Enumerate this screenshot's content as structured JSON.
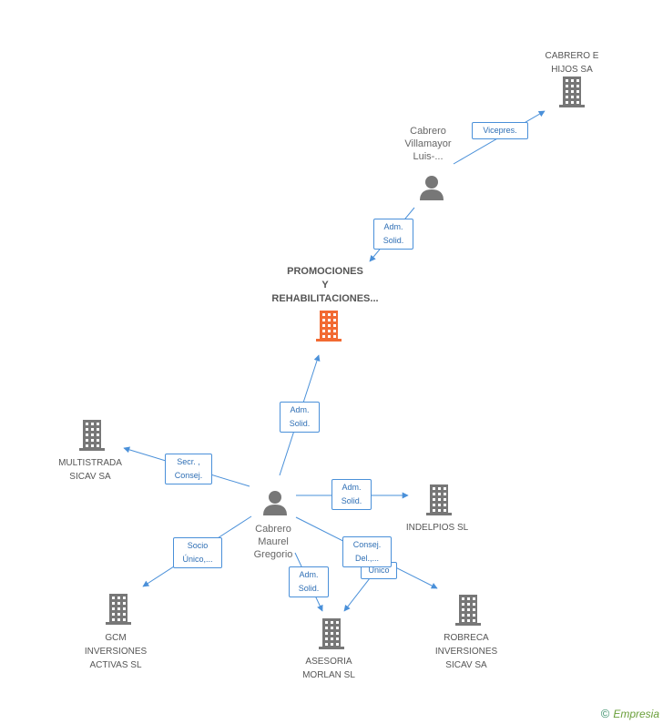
{
  "colors": {
    "edge": "#4a90d9",
    "building": "#777777",
    "main_building": "#f26a32",
    "person": "#777777"
  },
  "nodes": [
    {
      "id": "cabrero_hijos",
      "label": "CABRERO E\nHIJOS SA",
      "type": "company"
    },
    {
      "id": "luis",
      "label": "Cabrero\nVillamayor\nLuis-...",
      "type": "person"
    },
    {
      "id": "promociones",
      "label": "PROMOCIONES\nY\nREHABILITACIONES...",
      "type": "company",
      "main": true
    },
    {
      "id": "multistrada",
      "label": "MULTISTRADA\nSICAV SA",
      "type": "company"
    },
    {
      "id": "gregorio",
      "label": "Cabrero\nMaurel\nGregorio",
      "type": "person"
    },
    {
      "id": "indelpios",
      "label": "INDELPIOS SL",
      "type": "company"
    },
    {
      "id": "gcm",
      "label": "GCM\nINVERSIONES\nACTIVAS SL",
      "type": "company"
    },
    {
      "id": "asesoria",
      "label": "ASESORIA\nMORLAN SL",
      "type": "company"
    },
    {
      "id": "robreca",
      "label": "ROBRECA\nINVERSIONES\nSICAV SA",
      "type": "company"
    }
  ],
  "edges": [
    {
      "from": "luis",
      "to": "cabrero_hijos",
      "label": "Vicepres."
    },
    {
      "from": "luis",
      "to": "promociones",
      "label": "Adm.\nSolid."
    },
    {
      "from": "gregorio",
      "to": "promociones",
      "label": "Adm.\nSolid."
    },
    {
      "from": "gregorio",
      "to": "multistrada",
      "label": "Secr. ,\nConsej."
    },
    {
      "from": "gregorio",
      "to": "indelpios",
      "label": "Adm.\nSolid."
    },
    {
      "from": "gregorio",
      "to": "gcm",
      "label": "Socio\nÚnico,..."
    },
    {
      "from": "gregorio",
      "to": "asesoria",
      "label": "Adm.\nSolid."
    },
    {
      "from": "gregorio",
      "to": "asesoria",
      "label": "Único"
    },
    {
      "from": "gregorio",
      "to": "robreca",
      "label": "Consej.\nDel.,..."
    }
  ],
  "footer": {
    "copyright": "©",
    "brand": "Empresia"
  }
}
